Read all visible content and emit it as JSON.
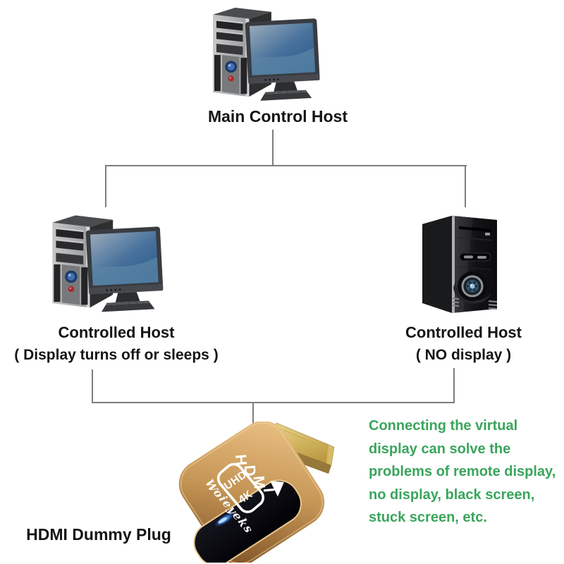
{
  "nodes": {
    "main": {
      "label": "Main Control Host"
    },
    "left": {
      "label": "Controlled Host",
      "sublabel": "( Display turns off or sleeps )"
    },
    "right": {
      "label": "Controlled Host",
      "sublabel": "( NO display )"
    },
    "plug": {
      "label": "HDMI Dummy Plug"
    }
  },
  "plug_markings": {
    "brand": "HDMI",
    "badge_top": "UHD",
    "badge_bottom": "4K",
    "maker": "Woieyeks"
  },
  "note": {
    "lines": [
      "Connecting the virtual",
      "display can solve the",
      "problems of remote display,",
      "no display, black screen,",
      "stuck screen, etc."
    ],
    "color": "#3aa55c"
  },
  "colors": {
    "connector_line": "#7d7d7d",
    "label_text": "#141414",
    "plug_gold": "#c49a5a",
    "plug_connector_gold": "#d6b552",
    "led_blue": "#57a8ff",
    "note_green": "#3aa55c"
  }
}
